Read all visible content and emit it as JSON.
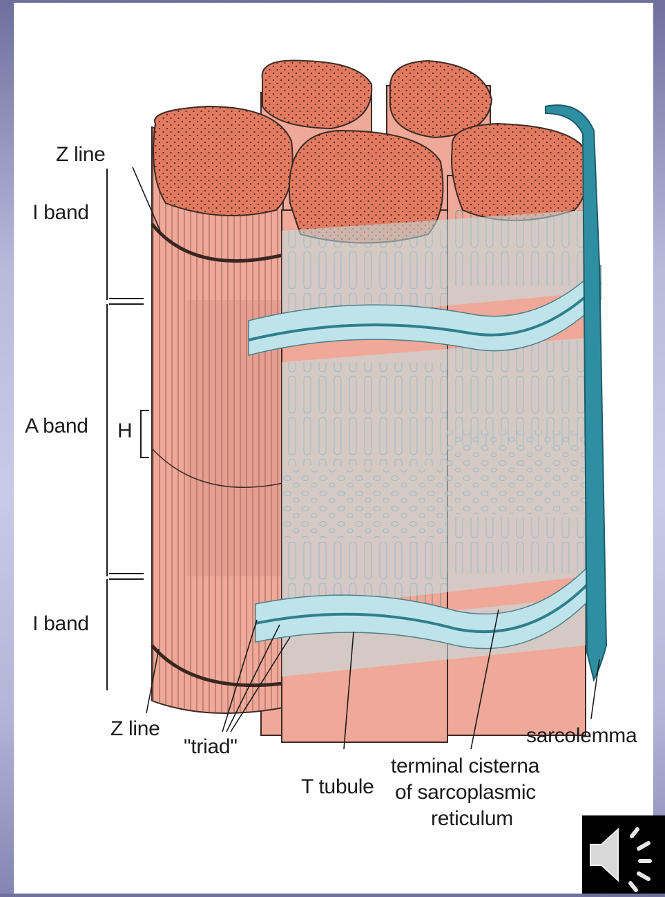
{
  "labels": {
    "z_line_top": "Z line",
    "i_band_top": "I band",
    "a_band": "A band",
    "h_zone": "H",
    "i_band_bottom": "I band",
    "z_line_bottom": "Z line",
    "triad": "\"triad\"",
    "t_tubule": "T tubule",
    "terminal_cisterna": [
      "terminal cisterna",
      "of sarcoplasmic",
      "reticulum"
    ],
    "sarcolemma": "sarcolemma"
  },
  "icons": {
    "audio": "speaker-icon"
  },
  "colors": {
    "background": "#b9b9dc",
    "page": "#ffffff",
    "myofibril_end": "#e07a60",
    "myofibril_side": "#f0a898",
    "reticulum": "#bfe3ea",
    "t_tubule": "#2f7e8e",
    "sarcolemma": "#2e8fa3",
    "z_line": "#3a2620",
    "audio_icon_bg": "#000000"
  }
}
